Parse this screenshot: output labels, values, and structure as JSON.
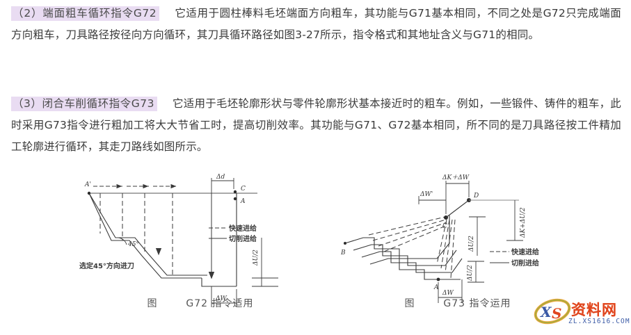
{
  "document": {
    "paragraphs": [
      {
        "heading": "（2）端面粗车循环指令G72",
        "body": "它适用于圆柱棒料毛坯端面方向粗车，其功能与G71基本相同，不同之处是G72只完成端面方向粗车，刀具路径按径向方向循环，其刀具循环路径如图3-27所示，指令格式和其地址含义与G71的相同。"
      },
      {
        "heading": "（3）闭合车削循环指令G73",
        "body": "它适用于毛坯轮廓形状与零件轮廓形状基本接近时的粗车。例如，一些锻件、铸件的粗车，此时采用G73指令进行粗加工将大大节省工时，提高切削效率。其功能与G71、G72基本相同，所不同的是刀具路径按工件精加工轮廓进行循环，其走刀路线如图所示。"
      }
    ]
  },
  "figures": [
    {
      "id": "g72",
      "caption_prefix": "图",
      "caption_number": "",
      "caption_text": "G72 指令适用",
      "labels": {
        "point_a_prime": "A'",
        "point_c": "C",
        "point_a": "A",
        "delta_d": "Δd",
        "angle_45": "45°",
        "delta_u_2": "ΔU/2",
        "delta_w": "ΔW",
        "note_45": "选定45°方向进刀"
      },
      "legend": [
        {
          "style": "dashed",
          "label": "快速进给"
        },
        {
          "style": "solid",
          "label": "切削进给"
        }
      ]
    },
    {
      "id": "g73",
      "caption_prefix": "图",
      "caption_number": "",
      "caption_text": "G73 指令运用",
      "labels": {
        "delta_k_plus_delta_w": "ΔK＋ΔW",
        "delta_w_prime": "ΔW'",
        "point_d": "D",
        "point_c": "C",
        "point_b": "B",
        "point_a": "A",
        "delta_k_plus_delta_u_2": "ΔK+ΔU/2",
        "delta_u_2_upper": "ΔU/2",
        "delta_u_2_lower": "ΔU/2",
        "delta_w": "ΔW"
      },
      "legend": [
        {
          "style": "dashed",
          "label": "快速进给"
        },
        {
          "style": "solid",
          "label": "切削进给"
        }
      ]
    }
  ],
  "watermark": {
    "brand": "资料网",
    "url": "ZL.XS1616.COM",
    "logo_text": "XS"
  },
  "colors": {
    "heading_highlight": "#e9dcf2",
    "text": "#3a3a3a",
    "watermark_brand": "#e0451f",
    "watermark_url": "#3b5aa6"
  }
}
